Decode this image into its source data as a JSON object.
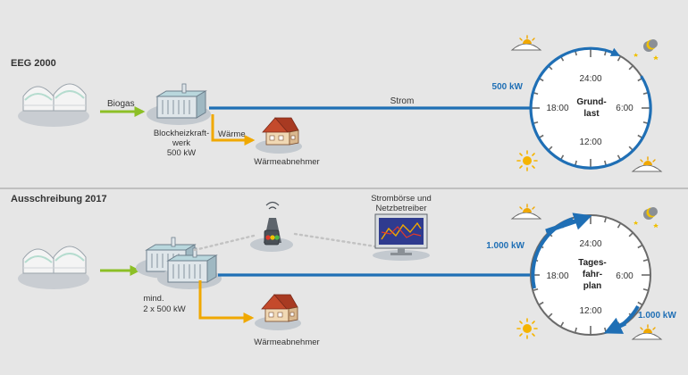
{
  "section_2000": {
    "title": "EEG 2000",
    "biogas_label": "Biogas",
    "chp_label_line1": "Blockheizkraft-",
    "chp_label_line2": "werk",
    "chp_label_line3": "500 kW",
    "heat_label": "Wärme",
    "heat_consumer_label": "Wärmeabnehmer",
    "power_label": "Strom",
    "power_kw": "500 kW",
    "clock": {
      "top": "24:00",
      "left": "18:00",
      "right": "6:00",
      "bottom": "12:00",
      "center_line1": "Grund-",
      "center_line2": "last"
    }
  },
  "section_2017": {
    "title": "Ausschreibung 2017",
    "chp_label_line1": "mind.",
    "chp_label_line2": "2 x 500 kW",
    "exchange_label_line1": "Strombörse und",
    "exchange_label_line2": "Netzbetreiber",
    "heat_consumer_label": "Wärmeabnehmer",
    "power_kw_top": "1.000 kW",
    "power_kw_bottom": "1.000 kW",
    "clock": {
      "top": "24:00",
      "left": "18:00",
      "right": "6:00",
      "bottom": "12:00",
      "center_line1": "Tages-",
      "center_line2": "fahr-",
      "center_line3": "plan"
    }
  },
  "colors": {
    "background": "#e6e6e6",
    "power_line": "#1f6fb5",
    "biogas_arrow": "#8cbf26",
    "heat_arrow": "#f0a800",
    "clock_ring": "#7a7a7a",
    "label_blue": "#1f6fb5"
  }
}
